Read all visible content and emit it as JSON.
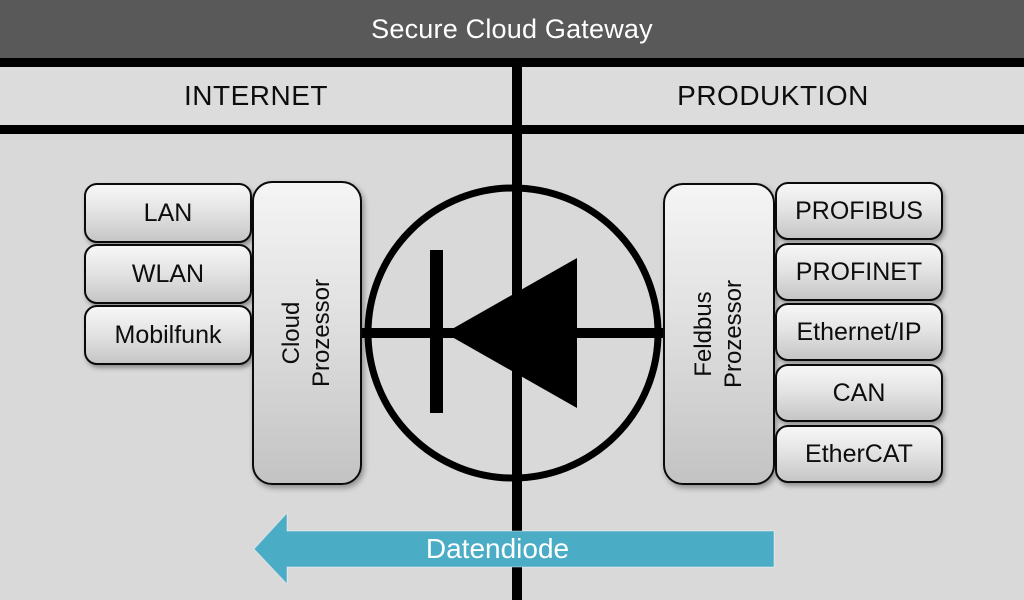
{
  "title": "Secure Cloud Gateway",
  "zones": {
    "left": "INTERNET",
    "right": "PRODUKTION"
  },
  "internet": {
    "processor": {
      "line1": "Cloud",
      "line2": "Prozessor"
    },
    "connections": [
      "LAN",
      "WLAN",
      "Mobilfunk"
    ]
  },
  "produktion": {
    "processor": {
      "line1": "Feldbus",
      "line2": "Prozessor"
    },
    "connections": [
      "PROFIBUS",
      "PROFINET",
      "Ethernet/IP",
      "CAN",
      "EtherCAT"
    ]
  },
  "diode": {
    "label": "Datendiode",
    "arrow_color": "#4bacc6",
    "direction": "left"
  },
  "colors": {
    "titlebar": "#595959",
    "zone_band": "#dcdcdc",
    "background": "#d9d9d9",
    "line": "#000000",
    "box_border": "#0a0a0a",
    "accent": "#4bacc6"
  }
}
